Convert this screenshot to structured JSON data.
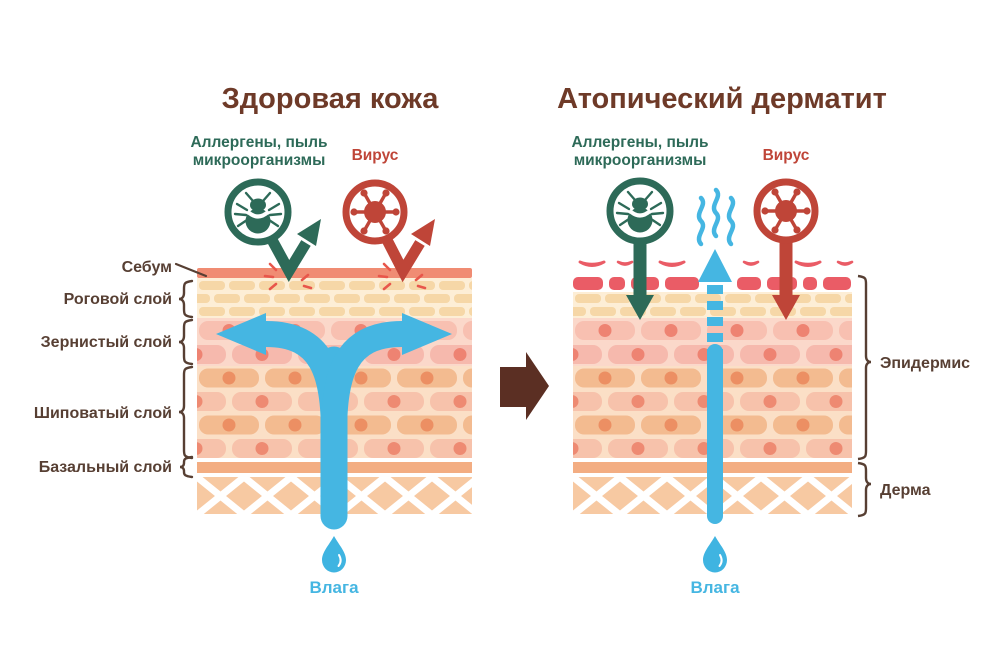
{
  "left_panel": {
    "title": "Здоровая кожа",
    "allergens_label_line1": "Аллергены, пыль",
    "allergens_label_line2": "микроорганизмы",
    "virus_label": "Вирус",
    "moisture_label": "Влага",
    "layers": {
      "sebum": "Себум",
      "corneum": "Роговой слой",
      "granular": "Зернистый слой",
      "spinous": "Шиповатый слой",
      "basal": "Базальный слой"
    }
  },
  "right_panel": {
    "title": "Атопический дерматит",
    "allergens_label_line1": "Аллергены, пыль",
    "allergens_label_line2": "микроорганизмы",
    "virus_label": "Вирус",
    "moisture_label": "Влага",
    "regions": {
      "epidermis": "Эпидермис",
      "dermis": "Дерма"
    }
  },
  "icons": {
    "mite": "tick-mite-in-circle",
    "virus": "virus-in-circle",
    "bounce_arrow": "deflected-arrow",
    "penetrate_arrow": "straight-down-arrow",
    "moisture_flow": "blue-y-arrow",
    "moisture_escape": "dashed-up-arrow-with-steam",
    "drop": "water-drop",
    "transition": "brown-right-arrow"
  },
  "colors": {
    "title_brown": "#6e3a28",
    "label_brown": "#573f33",
    "allergen_teal": "#2d6a58",
    "virus_red": "#bf4538",
    "damaged_red": "#ea5c66",
    "sebum_salmon": "#f08c73",
    "brick_beige": "#f6d7a7",
    "cell_pink": "#f8c0b1",
    "cell_peach": "#f3bb90",
    "nucleus_red": "#ee8372",
    "basal_salmon": "#f3ad82",
    "dermis_peach": "#f7c9a2",
    "moisture_blue": "#45b6e2",
    "transition_brown": "#5b2f23"
  }
}
